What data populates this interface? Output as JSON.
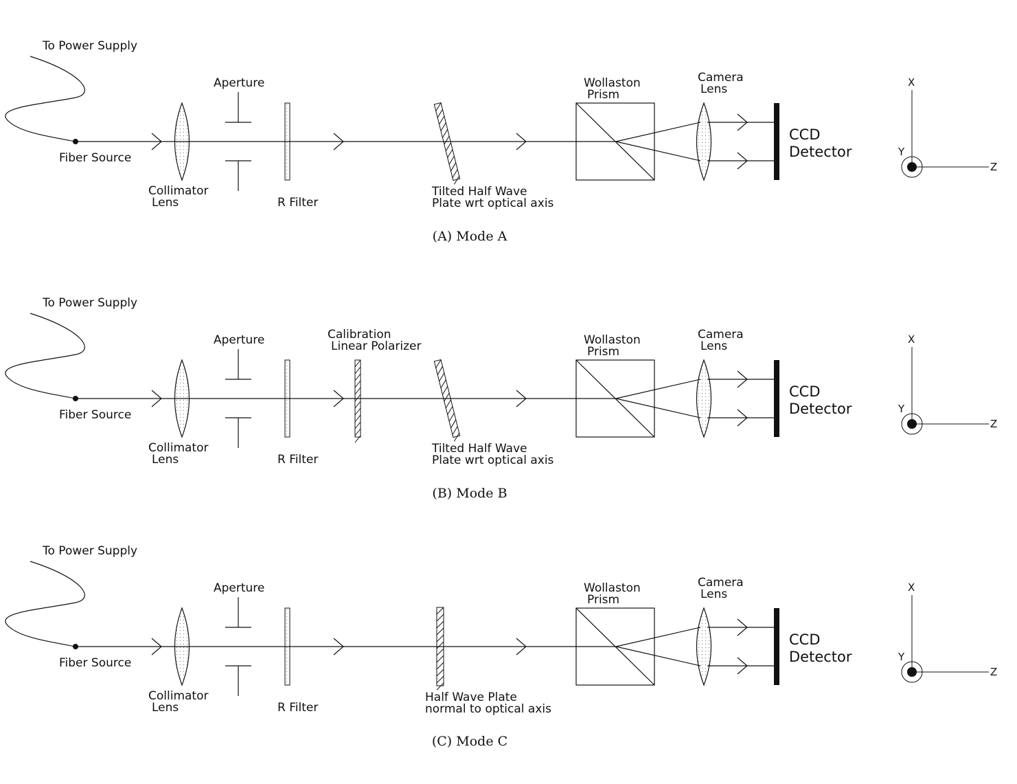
{
  "panels": [
    {
      "id": "A",
      "caption": "(A) Mode A",
      "power_label": "To Power Supply",
      "source_label": "Fiber Source",
      "collimator_label": [
        "Collimator",
        "Lens"
      ],
      "aperture_label": "Aperture",
      "filter_label": "R Filter",
      "polarizer_label": null,
      "waveplate_label": [
        "Tilted Half Wave",
        "Plate wrt optical axis"
      ],
      "waveplate_tilted": true,
      "prism_label": [
        "Wollaston",
        "Prism"
      ],
      "camera_label": [
        "Camera",
        "Lens"
      ],
      "detector_label": [
        "CCD",
        "Detector"
      ],
      "axes": {
        "x": "X",
        "y": "Y",
        "z": "Z"
      }
    },
    {
      "id": "B",
      "caption": "(B) Mode B",
      "power_label": "To Power Supply",
      "source_label": "Fiber Source",
      "collimator_label": [
        "Collimator",
        "Lens"
      ],
      "aperture_label": "Aperture",
      "filter_label": "R Filter",
      "polarizer_label": [
        "Calibration",
        "Linear Polarizer"
      ],
      "waveplate_label": [
        "Tilted Half Wave",
        "Plate wrt optical axis"
      ],
      "waveplate_tilted": true,
      "prism_label": [
        "Wollaston",
        "Prism"
      ],
      "camera_label": [
        "Camera",
        "Lens"
      ],
      "detector_label": [
        "CCD",
        "Detector"
      ],
      "axes": {
        "x": "X",
        "y": "Y",
        "z": "Z"
      }
    },
    {
      "id": "C",
      "caption": "(C) Mode C",
      "power_label": "To Power Supply",
      "source_label": "Fiber Source",
      "collimator_label": [
        "Collimator",
        "Lens"
      ],
      "aperture_label": "Aperture",
      "filter_label": "R Filter",
      "polarizer_label": null,
      "waveplate_label": [
        "Half Wave Plate",
        "normal to optical axis"
      ],
      "waveplate_tilted": false,
      "prism_label": [
        "Wollaston",
        "Prism"
      ],
      "camera_label": [
        "Camera",
        "Lens"
      ],
      "detector_label": [
        "CCD",
        "Detector"
      ],
      "axes": {
        "x": "X",
        "y": "Y",
        "z": "Z"
      }
    }
  ]
}
